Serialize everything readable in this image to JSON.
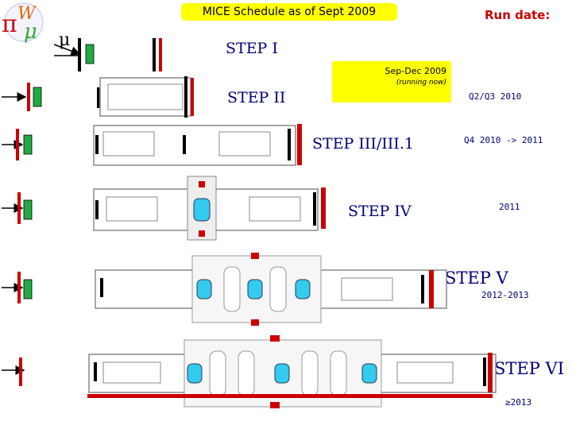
{
  "header": {
    "title": "MICE Schedule as of Sept 2009",
    "run_date_label": "Run date:",
    "logo_letters": "π μ W"
  },
  "beam_symbol": "μ",
  "steps": [
    {
      "label": "STEP I"
    },
    {
      "label": "STEP II"
    },
    {
      "label": "STEP III/III.1"
    },
    {
      "label": "STEP IV"
    },
    {
      "label": "STEP V"
    },
    {
      "label": "STEP VI"
    }
  ],
  "status": {
    "period": "Sep-Dec 2009",
    "note": "(running now)"
  },
  "dates": {
    "step_ii": "Q2/Q3 2010",
    "step_iii": "Q4 2010 -> 2011",
    "step_iv": "2011",
    "step_v": "2012-2013",
    "step_vi": "≥2013"
  },
  "colors": {
    "title_bg": "#ffff00",
    "run_date": "#cc0000",
    "step_text": "#00007a",
    "detector_green": "#22aa44",
    "absorber_cyan": "#33ccee",
    "beam_red": "#cc0000"
  }
}
